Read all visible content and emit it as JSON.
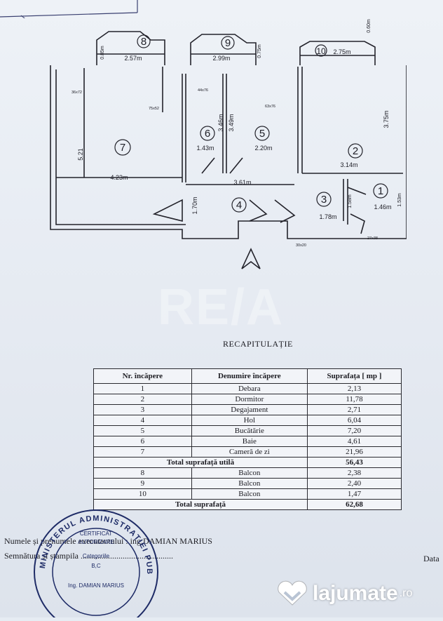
{
  "plan": {
    "balconies": [
      {
        "number": "8",
        "width": "2.57m",
        "depth": "0.85m"
      },
      {
        "number": "9",
        "width": "2.99m",
        "depth": "0.75m"
      },
      {
        "number": "10",
        "width": "2.75m",
        "depth": "0.60m"
      }
    ],
    "rooms": [
      {
        "number": "1"
      },
      {
        "number": "2"
      },
      {
        "number": "3"
      },
      {
        "number": "4"
      },
      {
        "number": "5"
      },
      {
        "number": "6"
      },
      {
        "number": "7"
      }
    ],
    "dimensions": {
      "room7_width": "4.23m",
      "room7_depth": "5.21",
      "room6_width": "1.43m",
      "room6_depth": "3.46m",
      "room5_width": "2.20m",
      "room5_depth": "3.49m",
      "room2_width": "3.14m",
      "room2_depth": "3.75m",
      "hall_width": "3.61m",
      "hall_depth": "1.70m",
      "room3_width": "1.78m",
      "room3_depth": "1.58m",
      "room1_width": "1.46m",
      "room1_depth": "1.53m"
    },
    "small_labels": {
      "a": "36x72",
      "b": "75x52",
      "c": "44x76",
      "d": "63x76",
      "e": "27x38",
      "f": "30x20"
    }
  },
  "watermark": "RE/A",
  "recap_title": "RECAPITULAȚIE",
  "table": {
    "headers": [
      "Nr. încăpere",
      "Denumire încăpere",
      "Suprafața [ mp ]"
    ],
    "rooms": [
      {
        "nr": "1",
        "name": "Debara",
        "area": "2,13"
      },
      {
        "nr": "2",
        "name": "Dormitor",
        "area": "11,78"
      },
      {
        "nr": "3",
        "name": "Degajament",
        "area": "2,71"
      },
      {
        "nr": "4",
        "name": "Hol",
        "area": "6,04"
      },
      {
        "nr": "5",
        "name": "Bucătărie",
        "area": "7,20"
      },
      {
        "nr": "6",
        "name": "Baie",
        "area": "4,61"
      },
      {
        "nr": "7",
        "name": "Cameră de zi",
        "area": "21,96"
      }
    ],
    "useful_label": "Total suprafață utilă",
    "useful_area": "56,43",
    "balconies": [
      {
        "nr": "8",
        "name": "Balcon",
        "area": "2,38"
      },
      {
        "nr": "9",
        "name": "Balcon",
        "area": "2,40"
      },
      {
        "nr": "10",
        "name": "Balcon",
        "area": "1,47"
      }
    ],
    "total_label": "Total suprafață",
    "total_area": "62,68"
  },
  "executor_line": "Numele și prenumele executantului : ing.DAMIAN MARIUS",
  "signature_line": "Semnătura și ștampila ............................................",
  "date_label": "Data",
  "stamp": {
    "ring_text": "MINISTERUL ADMINISTRAȚIEI PUBLICE",
    "line1": "CERTIFICAT",
    "line2": "AUTORIZARE",
    "line3": "Categoriile",
    "line4": "B,C",
    "line5": "Ing. DAMIAN MARIUS"
  },
  "logo": {
    "brand": "lajumate",
    "suffix": ".ro"
  }
}
